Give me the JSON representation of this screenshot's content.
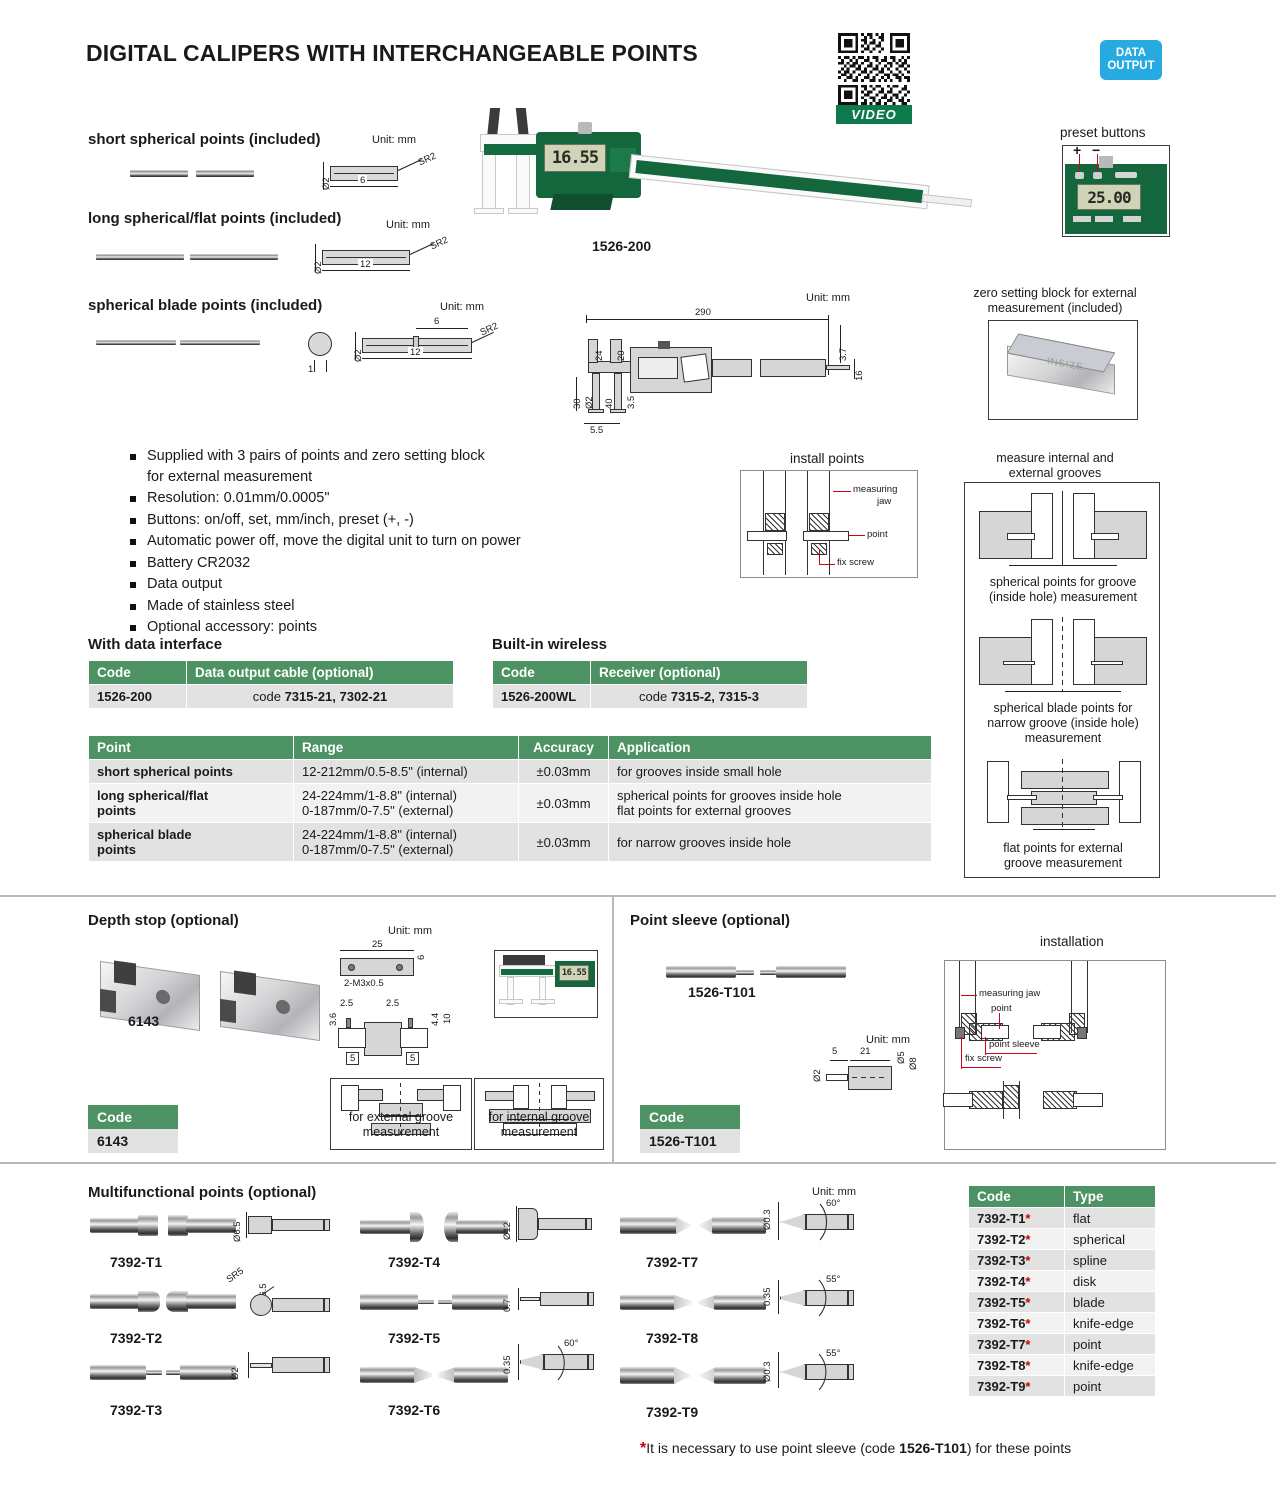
{
  "page_title": "DIGITAL CALIPERS WITH INTERCHANGEABLE POINTS",
  "badges": {
    "video_label": "VIDEO",
    "data_output_line1": "DATA",
    "data_output_line2": "OUTPUT",
    "data_output_color": "#27a9e1",
    "video_color": "#0d7a4e"
  },
  "brand_green": "#4c9262",
  "points_sections": [
    {
      "title": "short spherical points (included)",
      "unit": "Unit: mm",
      "dims": {
        "dia": "Ø2",
        "len": "6",
        "radius": "SR2"
      }
    },
    {
      "title": "long spherical/flat points (included)",
      "unit": "Unit: mm",
      "dims": {
        "dia": "Ø2",
        "len": "12",
        "radius": "SR2"
      }
    },
    {
      "title": "spherical blade points (included)",
      "unit": "Unit: mm",
      "dims": {
        "dia": "Ø2",
        "len": "12",
        "blade_pos": "6",
        "blade_thk": "1",
        "radius": "SR2"
      }
    }
  ],
  "product_photo": {
    "label": "1526-200",
    "lcd_value": "16.55"
  },
  "preset": {
    "caption": "preset buttons",
    "plus": "+",
    "minus": "−",
    "lcd_value": "25.00"
  },
  "outline_drawing": {
    "unit": "Unit: mm",
    "dims": {
      "length": "290",
      "jaw_upper": "24",
      "jaw_upper2": "20",
      "beam_top": "3.7",
      "beam_h": "16",
      "jaw_depth": "30",
      "point_dia": "Ø2",
      "jaw_len": "40",
      "jaw_thk": "3.5",
      "jaw_gap": "5.5"
    }
  },
  "install_points": {
    "caption": "install points",
    "labels": {
      "jaw_line1": "measuring",
      "jaw_line2": "jaw",
      "point": "point",
      "fix_screw": "fix screw"
    }
  },
  "zero_block": {
    "caption_line1": "zero setting block for external",
    "caption_line2": "measurement (included)"
  },
  "grooves_panel": {
    "caption_line1": "measure internal and",
    "caption_line2": "external grooves",
    "items": [
      "spherical points for groove\n(inside hole) measurement",
      "spherical blade points for\nnarrow groove (inside hole)\nmeasurement",
      "flat points for external\ngroove measurement"
    ]
  },
  "features": [
    "Supplied with 3 pairs of points and zero setting block\nfor external measurement",
    "Resolution: 0.01mm/0.0005\"",
    "Buttons: on/off, set, mm/inch, preset (+, -)",
    "Automatic power off, move the digital unit to turn on power",
    "Battery CR2032",
    "Data output",
    "Made of stainless steel",
    "Optional accessory: points"
  ],
  "data_interface_table": {
    "heading": "With data interface",
    "columns": [
      "Code",
      "Data output cable (optional)"
    ],
    "rows": [
      [
        "1526-200",
        "code 7315-21, 7302-21"
      ]
    ],
    "row_bold_part": "7315-21, 7302-21",
    "row_plain_part": "code "
  },
  "wireless_table": {
    "heading": "Built-in wireless",
    "columns": [
      "Code",
      "Receiver (optional)"
    ],
    "rows": [
      [
        "1526-200WL",
        "code 7315-2, 7315-3"
      ]
    ],
    "row_bold_part": "7315-2, 7315-3",
    "row_plain_part": "code "
  },
  "spec_table": {
    "columns": [
      "Point",
      "Range",
      "Accuracy",
      "Application"
    ],
    "rows": [
      {
        "point": "short spherical points",
        "range": "12-212mm/0.5-8.5\" (internal)",
        "accuracy": "±0.03mm",
        "application": "for grooves inside small hole"
      },
      {
        "point": "long spherical/flat\npoints",
        "range": "24-224mm/1-8.8\" (internal)\n0-187mm/0-7.5\" (external)",
        "accuracy": "±0.03mm",
        "application": "spherical points for grooves inside hole\nflat points for external grooves"
      },
      {
        "point": "spherical blade\npoints",
        "range": "24-224mm/1-8.8\" (internal)\n0-187mm/0-7.5\" (external)",
        "accuracy": "±0.03mm",
        "application": "for narrow grooves inside hole"
      }
    ]
  },
  "depth_stop": {
    "heading": "Depth stop (optional)",
    "part_label": "6143",
    "code_header": "Code",
    "code_value": "6143",
    "unit": "Unit: mm",
    "dims": {
      "width": "25",
      "height": "6",
      "thread": "2-M3x0.5",
      "slot_a": "2.5",
      "slot_b": "2.5",
      "left_h": "3.6",
      "right_h": "4.4",
      "total_h": "10",
      "foot_l": "5",
      "foot_r": "5"
    },
    "usage": [
      "for external groove\nmeasurement",
      "for internal groove\nmeasurement"
    ],
    "inset_lcd": "16.55"
  },
  "point_sleeve": {
    "heading": "Point sleeve (optional)",
    "part_label": "1526-T101",
    "code_header": "Code",
    "code_value": "1526-T101",
    "unit": "Unit: mm",
    "dims": {
      "bore": "Ø2",
      "step": "5",
      "body_len": "21",
      "dia_small": "Ø5",
      "dia_large": "Ø8"
    },
    "installation": {
      "caption": "installation",
      "labels": {
        "jaw": "measuring jaw",
        "point": "point",
        "sleeve": "point sleeve",
        "fix_screw": "fix screw"
      }
    }
  },
  "multifunctional": {
    "heading": "Multifunctional points (optional)",
    "unit": "Unit: mm",
    "items": [
      {
        "label": "7392-T1",
        "dims": [
          "Ø6.5"
        ]
      },
      {
        "label": "7392-T2",
        "dims": [
          "SR5",
          "Ø6.5"
        ]
      },
      {
        "label": "7392-T3",
        "dims": [
          "Ø2"
        ]
      },
      {
        "label": "7392-T4",
        "dims": [
          "Ø12"
        ]
      },
      {
        "label": "7392-T5",
        "dims": [
          "0.7"
        ]
      },
      {
        "label": "7392-T6",
        "dims": [
          "0.35",
          "60°"
        ]
      },
      {
        "label": "7392-T7",
        "dims": [
          "Ø0.3",
          "60°"
        ]
      },
      {
        "label": "7392-T8",
        "dims": [
          "0.35",
          "55°"
        ]
      },
      {
        "label": "7392-T9",
        "dims": [
          "Ø0.3",
          "55°"
        ]
      }
    ],
    "table": {
      "columns": [
        "Code",
        "Type"
      ],
      "rows": [
        {
          "code": "7392-T1",
          "type": "flat"
        },
        {
          "code": "7392-T2",
          "type": "spherical"
        },
        {
          "code": "7392-T3",
          "type": "spline"
        },
        {
          "code": "7392-T4",
          "type": "disk"
        },
        {
          "code": "7392-T5",
          "type": "blade"
        },
        {
          "code": "7392-T6",
          "type": "knife-edge"
        },
        {
          "code": "7392-T7",
          "type": "point"
        },
        {
          "code": "7392-T8",
          "type": "knife-edge"
        },
        {
          "code": "7392-T9",
          "type": "point"
        }
      ]
    },
    "footnote": {
      "asterisk": "*",
      "pre": "It is necessary to use point sleeve (code ",
      "code": "1526-T101",
      "post": ") for these points"
    }
  }
}
